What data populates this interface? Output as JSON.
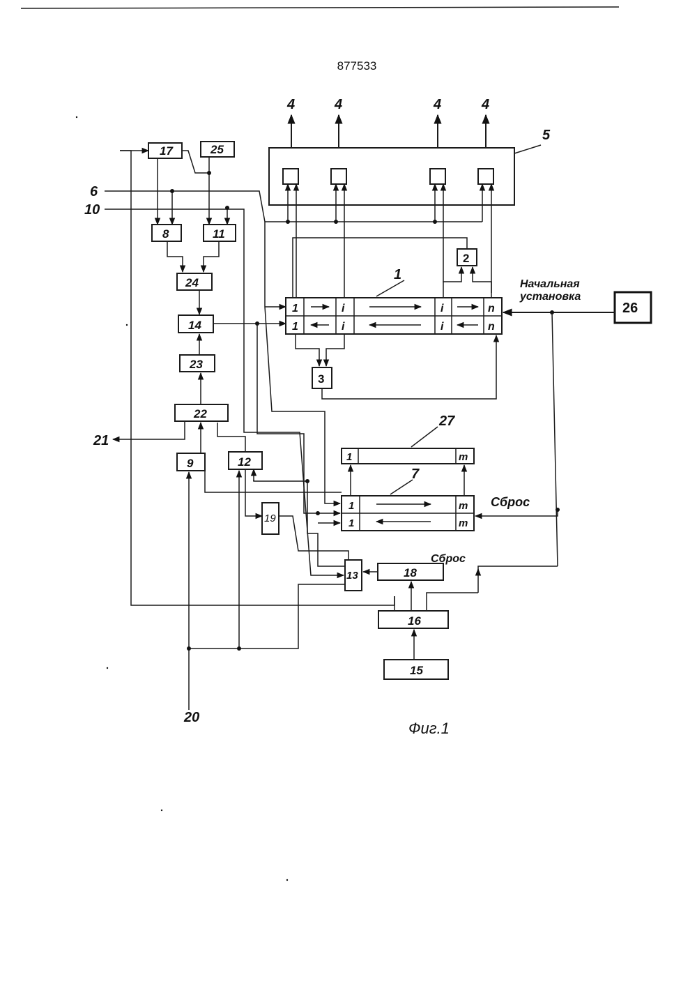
{
  "patent_number": "877533",
  "figure_caption": "Фиг.1",
  "blocks": {
    "b1": "1",
    "b2": "2",
    "b3": "3",
    "b4": "4",
    "b5": "5",
    "b6": "6",
    "b7": "7",
    "b8": "8",
    "b9": "9",
    "b10": "10",
    "b11": "11",
    "b12": "12",
    "b13": "13",
    "b14": "14",
    "b15": "15",
    "b16": "16",
    "b17": "17",
    "b18": "18",
    "b19": "19",
    "b20": "20",
    "b21": "21",
    "b22": "22",
    "b23": "23",
    "b24": "24",
    "b25": "25",
    "b26": "26",
    "b27": "27"
  },
  "cells": {
    "one": "1",
    "i": "i",
    "n": "n",
    "m": "m"
  },
  "labels": {
    "initial_1": "Начальная",
    "initial_2": "установка",
    "reset": "Сброс"
  }
}
